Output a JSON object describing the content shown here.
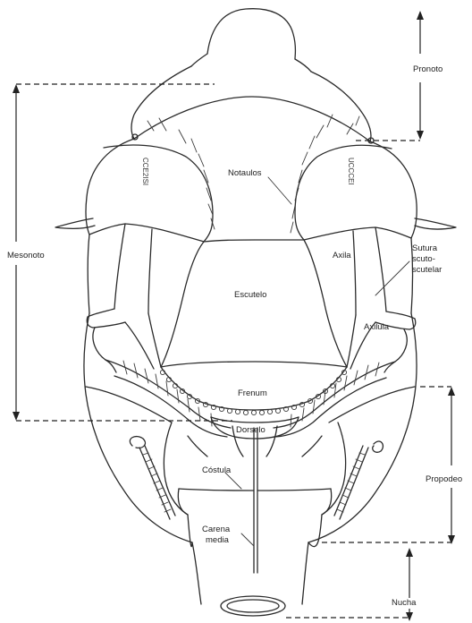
{
  "diagram": {
    "labels": {
      "pronoto": "Pronoto",
      "mesonoto": "Mesonoto",
      "notaulos": "Notaulos",
      "axila": "Axila",
      "sutura_line1": "Sutura",
      "sutura_line2": "scuto-",
      "sutura_line3": "scutelar",
      "escutelo": "Escutelo",
      "axilula": "Axilula",
      "frenum": "Frenum",
      "dorselo": "Dorselo",
      "propodeo": "Propodeo",
      "costula": "Cóstula",
      "carena_line1": "Carena",
      "carena_line2": "media",
      "nucha": "Nucha"
    },
    "side_marks": {
      "left": "CCE2ISI",
      "right": "UCCCEI"
    },
    "colors": {
      "stroke": "#2a2a2a",
      "background": "#ffffff"
    }
  }
}
